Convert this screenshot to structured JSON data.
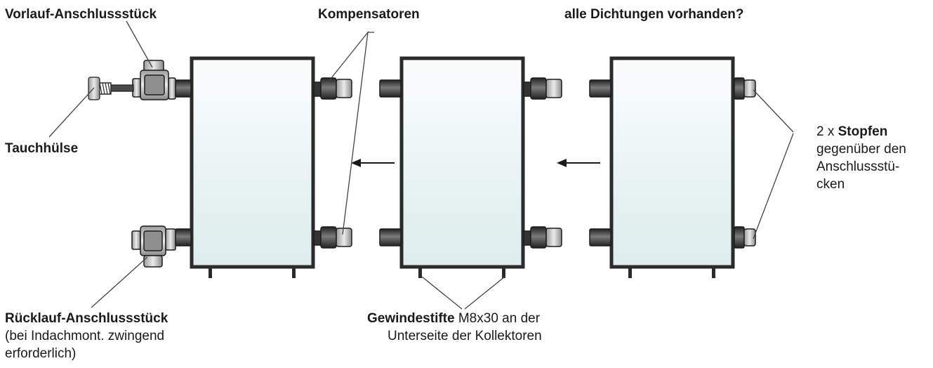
{
  "labels": {
    "vorlauf": "Vorlauf-Anschlussstück",
    "tauchhuelse": "Tauchhülse",
    "kompensatoren": "Kompensatoren",
    "dichtungen": "alle Dichtungen vorhanden?",
    "stopfen_count": "2 x ",
    "stopfen_bold": "Stopfen",
    "stopfen_line2": "gegenüber den",
    "stopfen_line3": "Anschlussstü-",
    "stopfen_line4": "cken",
    "ruecklauf": "Rücklauf-Anschlussstück",
    "ruecklauf_line2": "(bei Indachmont. zwingend",
    "ruecklauf_line3": "erforderlich)",
    "gewinde_bold": "Gewindestifte",
    "gewinde_rest": " M8x30 an der",
    "gewinde_line2": "Unterseite der Kollektoren"
  },
  "colors": {
    "panel_border": "#2b2b2b",
    "panel_fill_top": "#fbfdfd",
    "panel_fill_bottom": "#dfeeee",
    "fitting_dark": "#3a3a3a",
    "fitting_light": "#cfcfcf"
  },
  "icons": [
    "collector-panel",
    "compensator-fitting",
    "connection-fitting",
    "plug-fitting",
    "sleeve-sensor",
    "arrow-left"
  ]
}
